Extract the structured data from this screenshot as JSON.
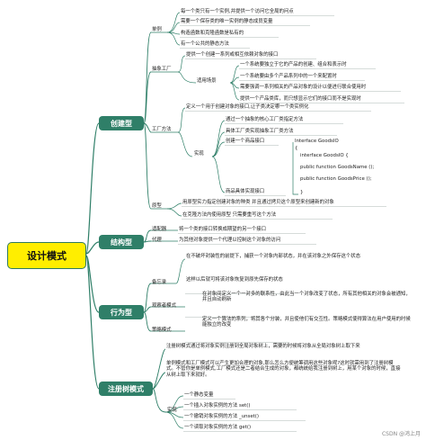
{
  "root": "设计模式",
  "creational": {
    "label": "创建型",
    "singleton": {
      "label": "单例",
      "items": [
        "每一个类只有一个实例,并提供一个访问它全局的问点",
        "需要一个保存类的唯一实例的静态成员变量",
        "构造函数和克隆函数是私有的",
        "有一个公共的静态方法"
      ]
    },
    "abstract_factory": {
      "label": "抽象工厂",
      "desc": "提供一个创建一系列或相互依赖对象的接口",
      "scenario_label": "适用场景",
      "scenarios": [
        "一个系统要独立于它的产品的创建、组合和表示时",
        "一个系统要由多个产品系列中的一个来配置时",
        "需要强调一系列相关的产品对象的设计以便进行联合使用时",
        "提供一个产品类库，而只想显示它们的接口而不是实现时"
      ]
    },
    "factory_method": {
      "label": "工厂方法",
      "desc": "定义一个用于创建对象的接口,让子类决定哪一个类实例化",
      "impl_label": "实现",
      "impl": [
        "通过一个抽象的核心工厂类指定方法",
        "具体工厂类实现抽象工厂类方法",
        "创建一个商品接口",
        "商品具体实现接口"
      ],
      "code": [
        "Interface GoodsIO",
        "{",
        "interface GoodsIO {",
        "public function GoodsName ();",
        "public function GoodsPrice ();",
        "}"
      ]
    },
    "prototype": {
      "label": "原型",
      "items": [
        "用原型实力指定创建对象的种类 并且通过拷贝这个原型来创建新的对象",
        "在克隆方法内使用原型 只需要重写这个方法"
      ]
    }
  },
  "structural": {
    "label": "结构型",
    "adapter": {
      "label": "适配器",
      "desc": "将一个类的接口转换成期望的另一个接口"
    },
    "proxy": {
      "label": "代理",
      "desc": "为其他对象提供一个代理以控制这个对象的访问"
    }
  },
  "behavioral": {
    "label": "行为型",
    "memento": {
      "label": "备忘录",
      "lines": [
        "在不破坏封装性的前提下，捕获一个对象内部状态，并在该对象之外保存这个状态",
        "这样以后就可将该对象恢复到原先保存的状态"
      ]
    },
    "observer": {
      "label": "观察者模式",
      "lines": [
        "在对象间定义一个一对多的联系性，由此当一个对象改变了状态，所有其他相关的对象会被通知，并且自动刷新"
      ]
    },
    "strategy": {
      "label": "策略模式",
      "lines": [
        "定义一个算法的系列，将其各个分装，并且使他们有交互性。策略模式使得算法在用户使用的时候能独立的改变"
      ]
    }
  },
  "registry": {
    "label": "注册树模式",
    "desc1": "注册树模式通过将对象实例注册到全局对象树上，需要的时候将对象从全局对象树上取下来",
    "desc2": "单例模式和工厂模式可以产生更加合理的对象,那么怎么方便统筹调用这些对象呢?这时就需用到了注册树模式。不管你是单例模式,工厂模式还是二者结合生成的对象，都统统给我注册到树上，用某个对象的时候，直接从树上取下来就好。",
    "impl_label": "实现",
    "impl": [
      "一个静态变量",
      "一个插入对象实例的方法 set()",
      "一个撤销对象实例的方法 _unset()",
      "一个读取对象实例的方法 get()"
    ]
  },
  "watermark": "CSDN @鸿上月",
  "colors": {
    "category": "#2f7f68",
    "root_fill": "#ffee00",
    "root_border": "#2e7a60",
    "link": "#2f7f68"
  }
}
